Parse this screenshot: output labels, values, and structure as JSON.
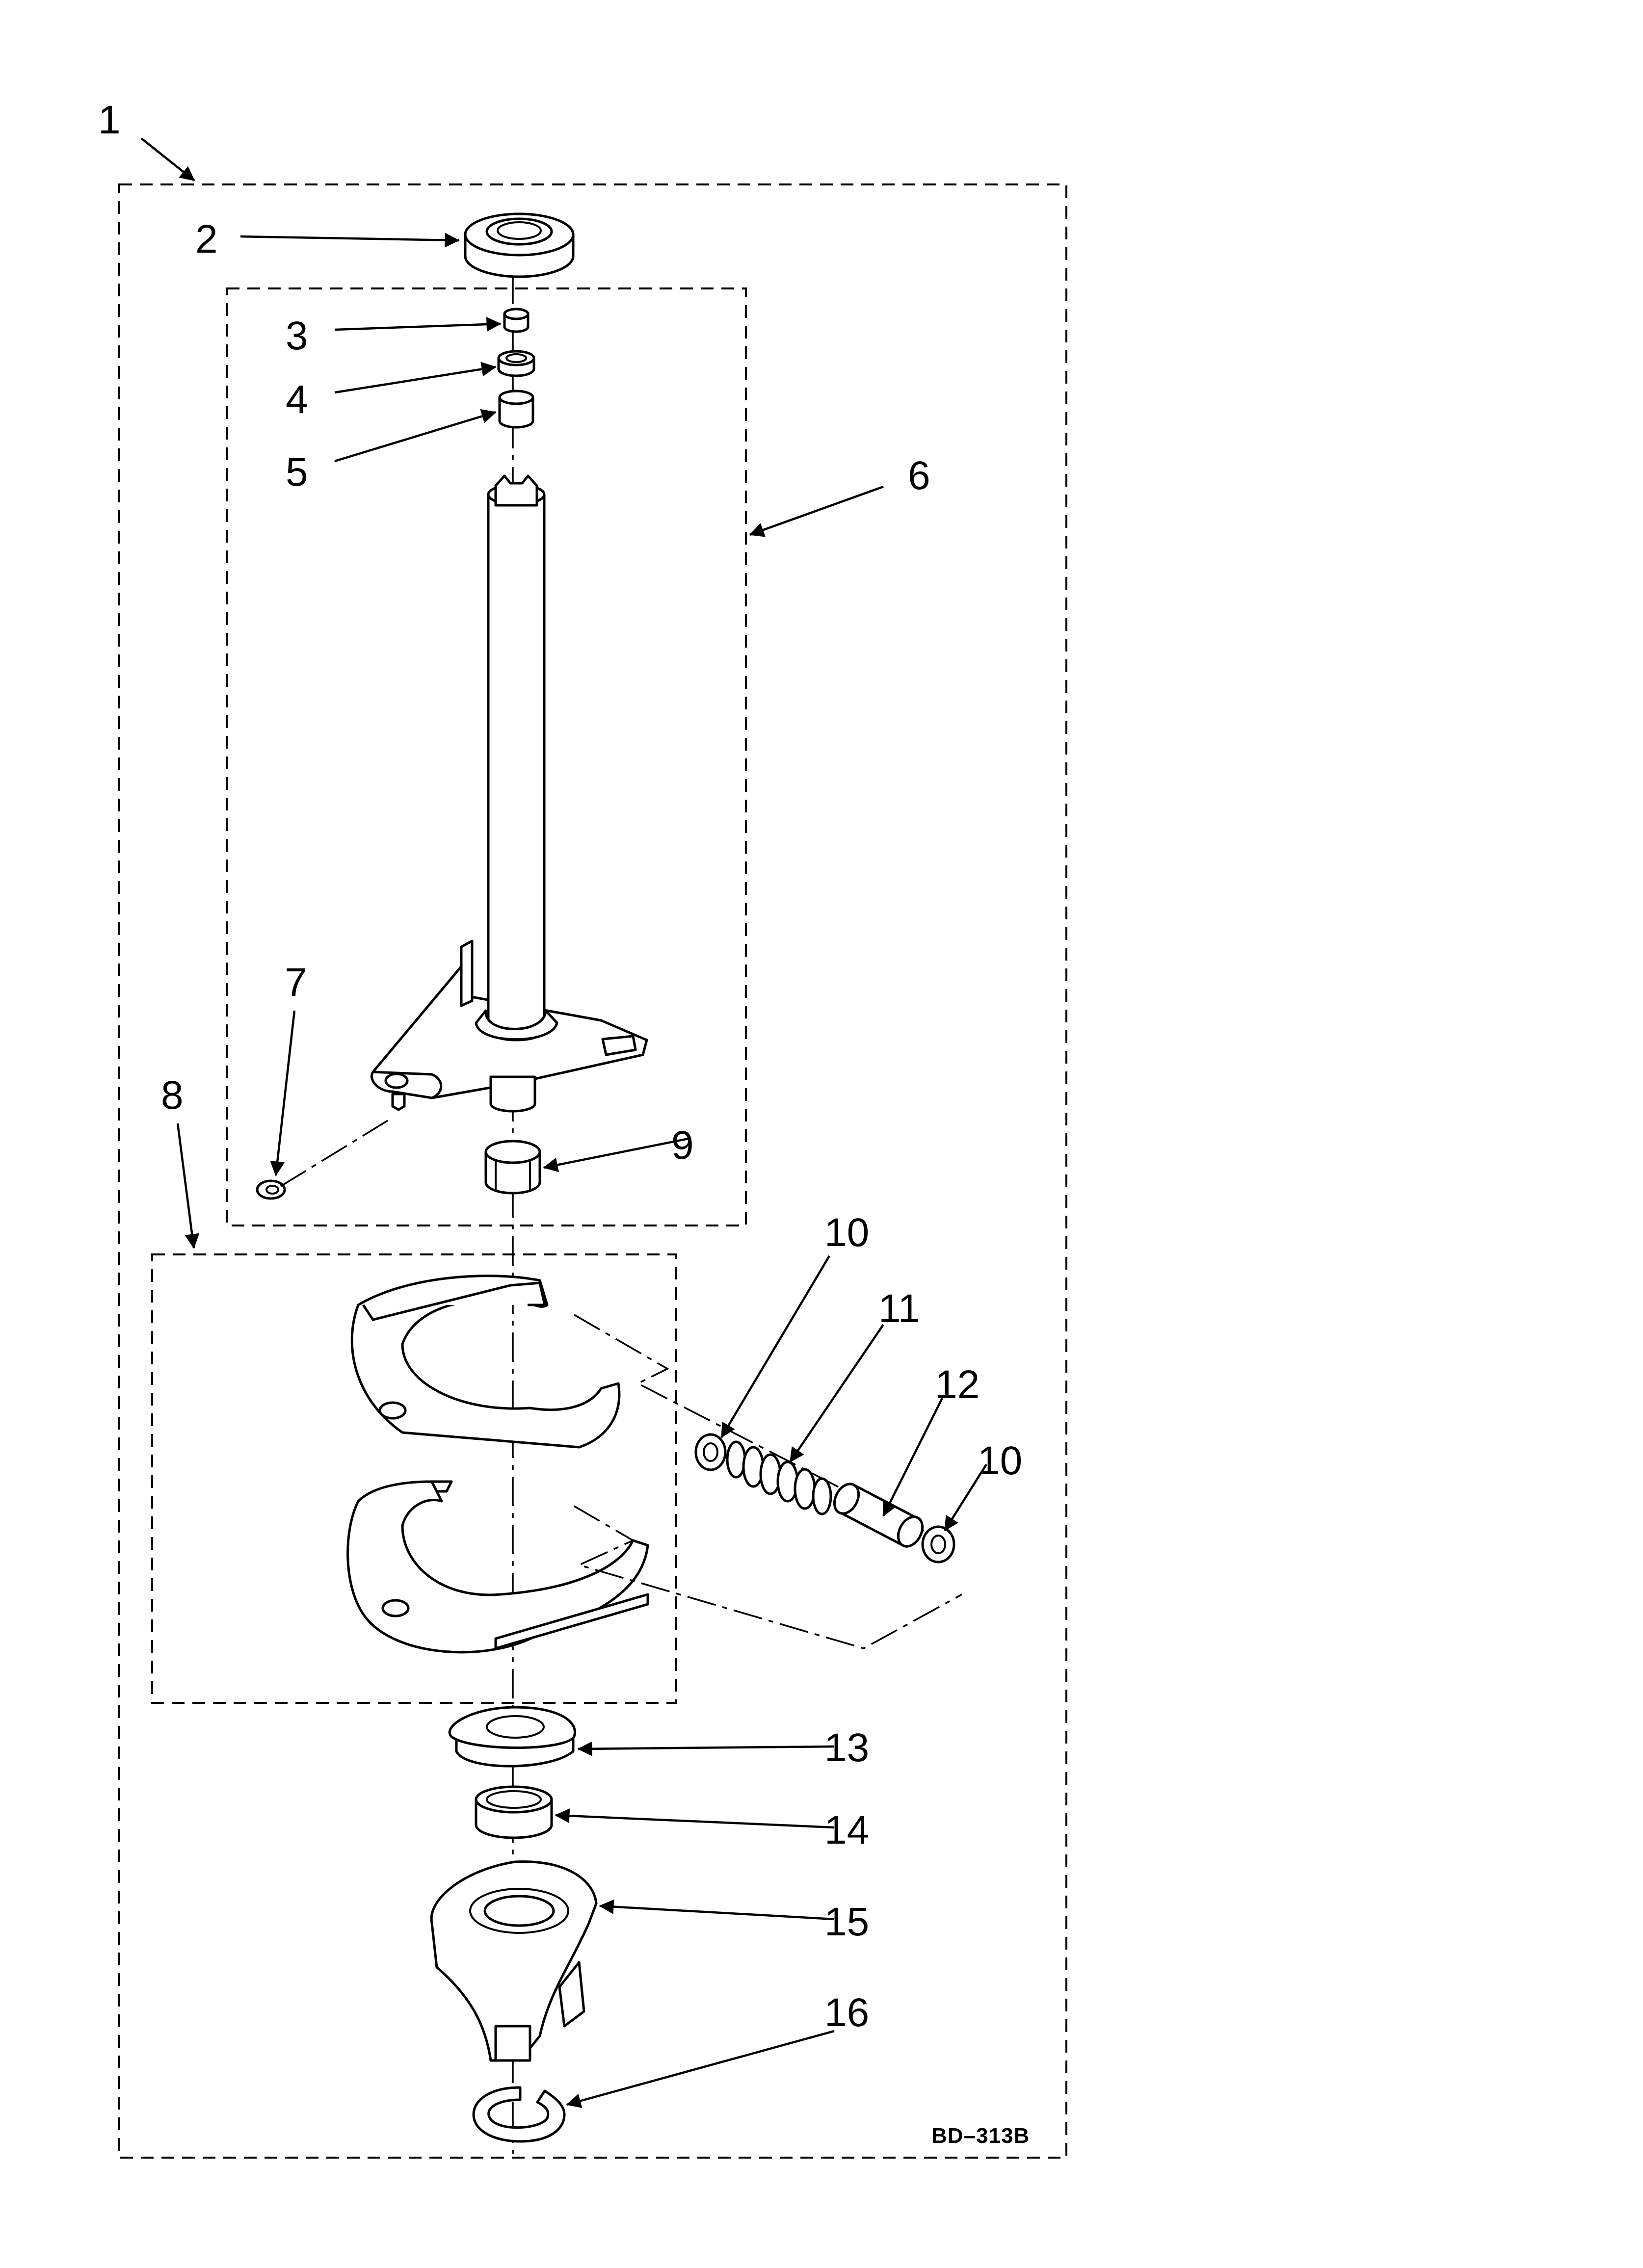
{
  "diagram_code": "BD–313B",
  "callouts": [
    {
      "id": "1",
      "text": "1"
    },
    {
      "id": "2",
      "text": "2"
    },
    {
      "id": "3",
      "text": "3"
    },
    {
      "id": "4",
      "text": "4"
    },
    {
      "id": "5",
      "text": "5"
    },
    {
      "id": "6",
      "text": "6"
    },
    {
      "id": "7",
      "text": "7"
    },
    {
      "id": "8",
      "text": "8"
    },
    {
      "id": "9",
      "text": "9"
    },
    {
      "id": "10a",
      "text": "10"
    },
    {
      "id": "11",
      "text": "11"
    },
    {
      "id": "12",
      "text": "12"
    },
    {
      "id": "10b",
      "text": "10"
    },
    {
      "id": "13",
      "text": "13"
    },
    {
      "id": "14",
      "text": "14"
    },
    {
      "id": "15",
      "text": "15"
    },
    {
      "id": "16",
      "text": "16"
    }
  ]
}
